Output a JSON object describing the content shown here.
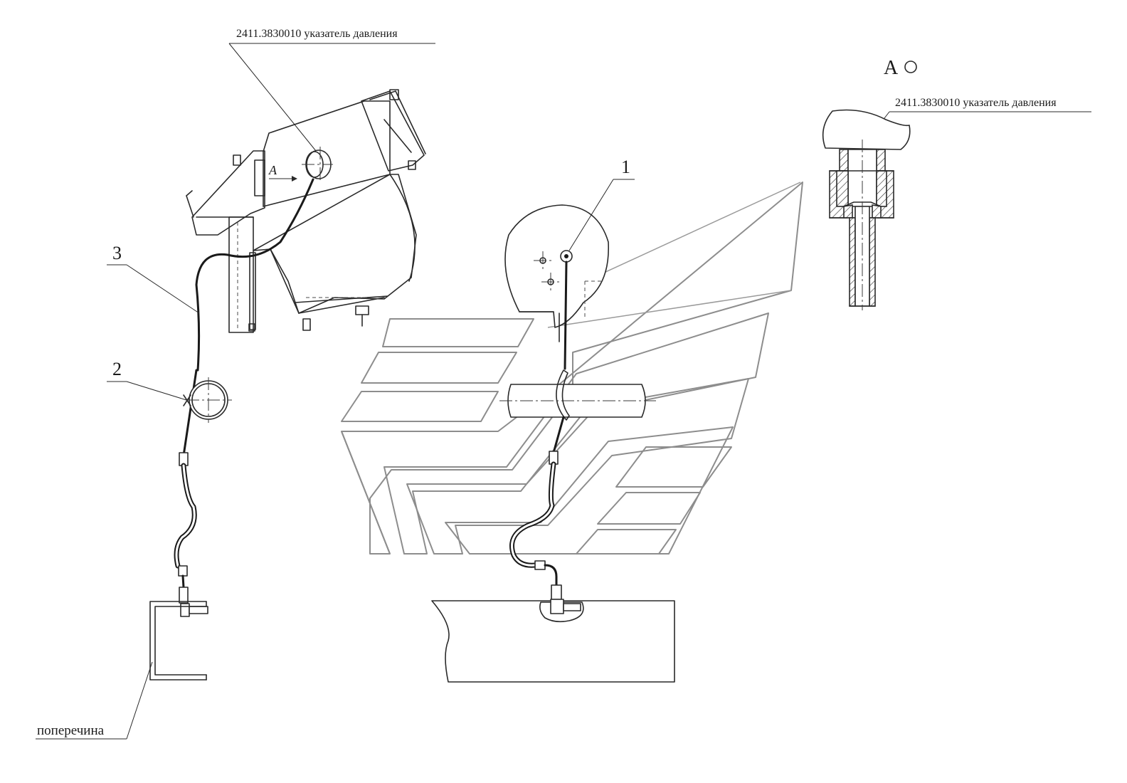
{
  "labels": {
    "gauge_callout_main": "2411.3830010 указатель давления",
    "gauge_callout_view": "2411.3830010 указатель давления",
    "crossmember": "поперечина",
    "view_title": "А",
    "view_arrow": "А",
    "item_1": "1",
    "item_2": "2",
    "item_3": "3"
  },
  "colors": {
    "line": "#2a2a2a",
    "ghost": "#8d8d8d",
    "background": "#ffffff"
  }
}
